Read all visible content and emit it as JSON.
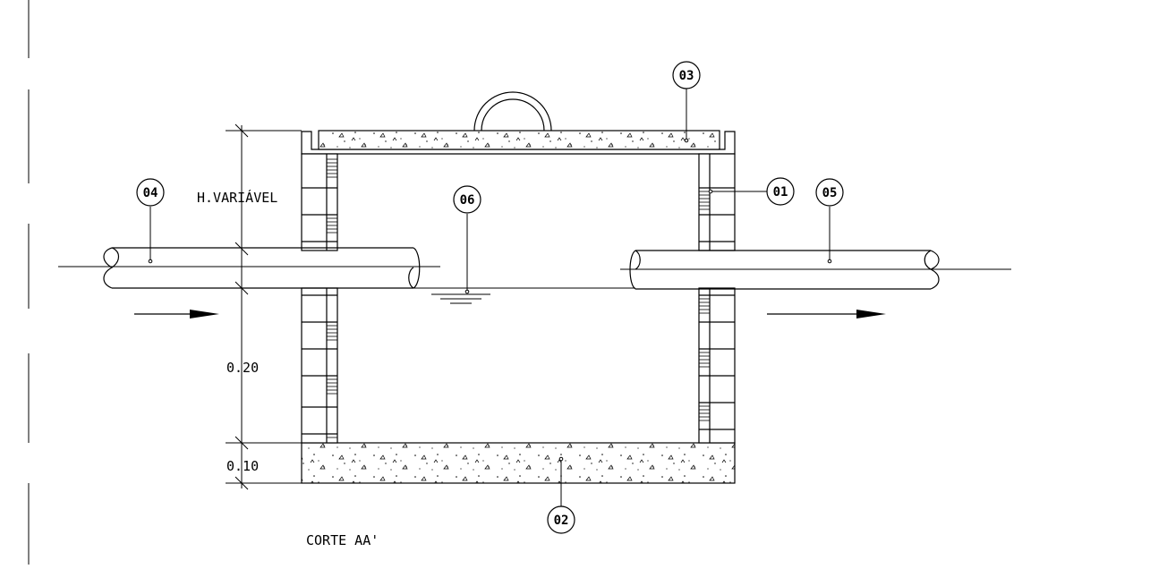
{
  "drawing": {
    "section_title": "CORTE AA'",
    "dimensions": {
      "variable_height": "H.VARIÁVEL",
      "base_offset": "0.20",
      "slab_thickness": "0.10"
    },
    "callouts": {
      "c01": "01",
      "c02": "02",
      "c03": "03",
      "c04": "04",
      "c05": "05",
      "c06": "06"
    }
  }
}
